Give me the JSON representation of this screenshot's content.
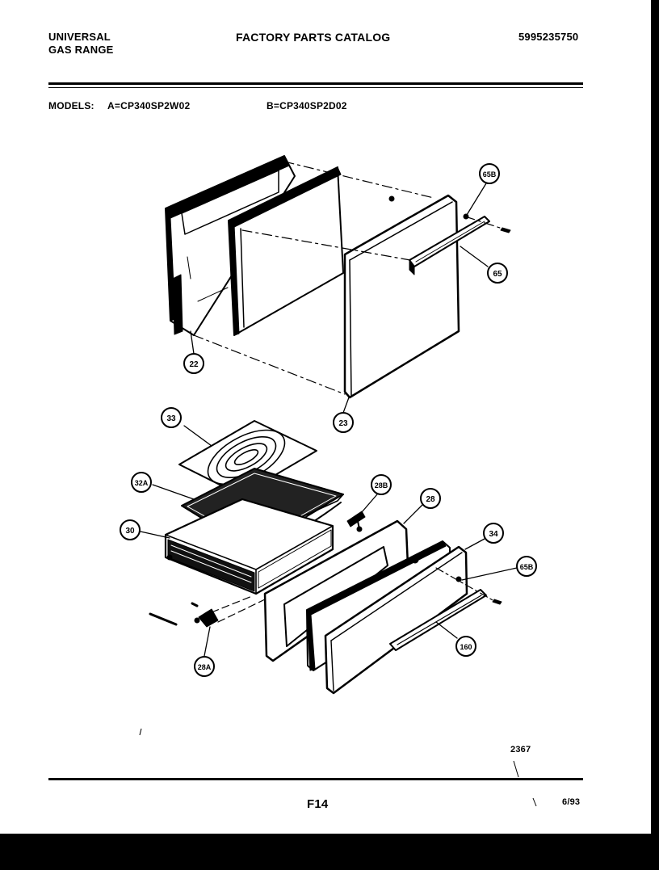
{
  "header": {
    "brand_line1": "UNIVERSAL",
    "brand_line2": "GAS RANGE",
    "catalog_title": "FACTORY PARTS CATALOG",
    "part_number": "5995235750"
  },
  "models": {
    "label": "MODELS:",
    "model_a": "A=CP340SP2W02",
    "model_b": "B=CP340SP2D02"
  },
  "callouts": {
    "c22": "22",
    "c23": "23",
    "c65": "65",
    "c65b_top": "65B",
    "c33": "33",
    "c32a": "32A",
    "c30": "30",
    "c28b": "28B",
    "c28": "28",
    "c34": "34",
    "c65b_bottom": "65B",
    "c160": "160",
    "c28a": "28A"
  },
  "footer": {
    "drawing_number": "2367",
    "page_number": "F14",
    "date": "6/93"
  }
}
